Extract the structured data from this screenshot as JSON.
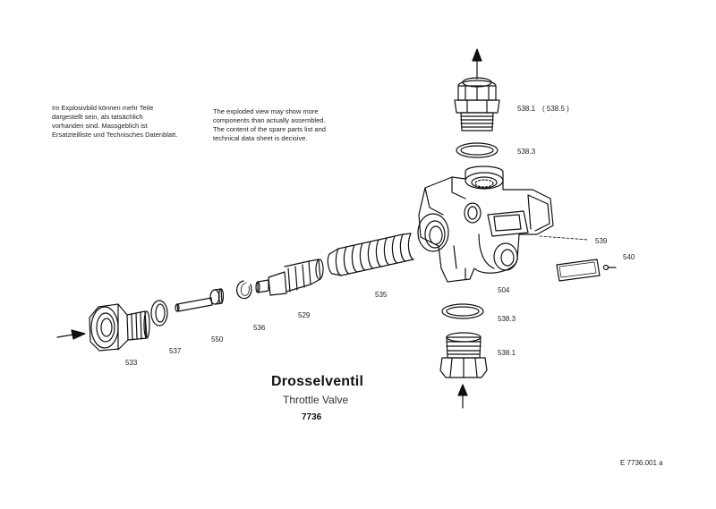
{
  "notes": {
    "german": "Im Explosivbild können mehr Teile\ndargestellt sein, als tatsächlich\nvorhanden sind. Massgeblich ist\nErsatzteilliste und Technisches Datenblatt.",
    "english": "The exploded view may show more\ncomponents than actually assembled.\nThe content of the spare parts list and\ntechnical data sheet is decisive."
  },
  "title": "Drosselventil",
  "subtitle": "Throttle Valve",
  "model": "7736",
  "doc_ref": "E 7736.001 a",
  "parts": {
    "p538_1_top": "538.1",
    "p538_5": "( 538.5 )",
    "p538_3_top": "538.3",
    "p539": "539",
    "p540": "540",
    "p504": "504",
    "p535": "535",
    "p529": "529",
    "p536": "536",
    "p550": "550",
    "p537": "537",
    "p533": "533",
    "p538_3_bot": "538.3",
    "p538_1_bot": "538.1"
  }
}
